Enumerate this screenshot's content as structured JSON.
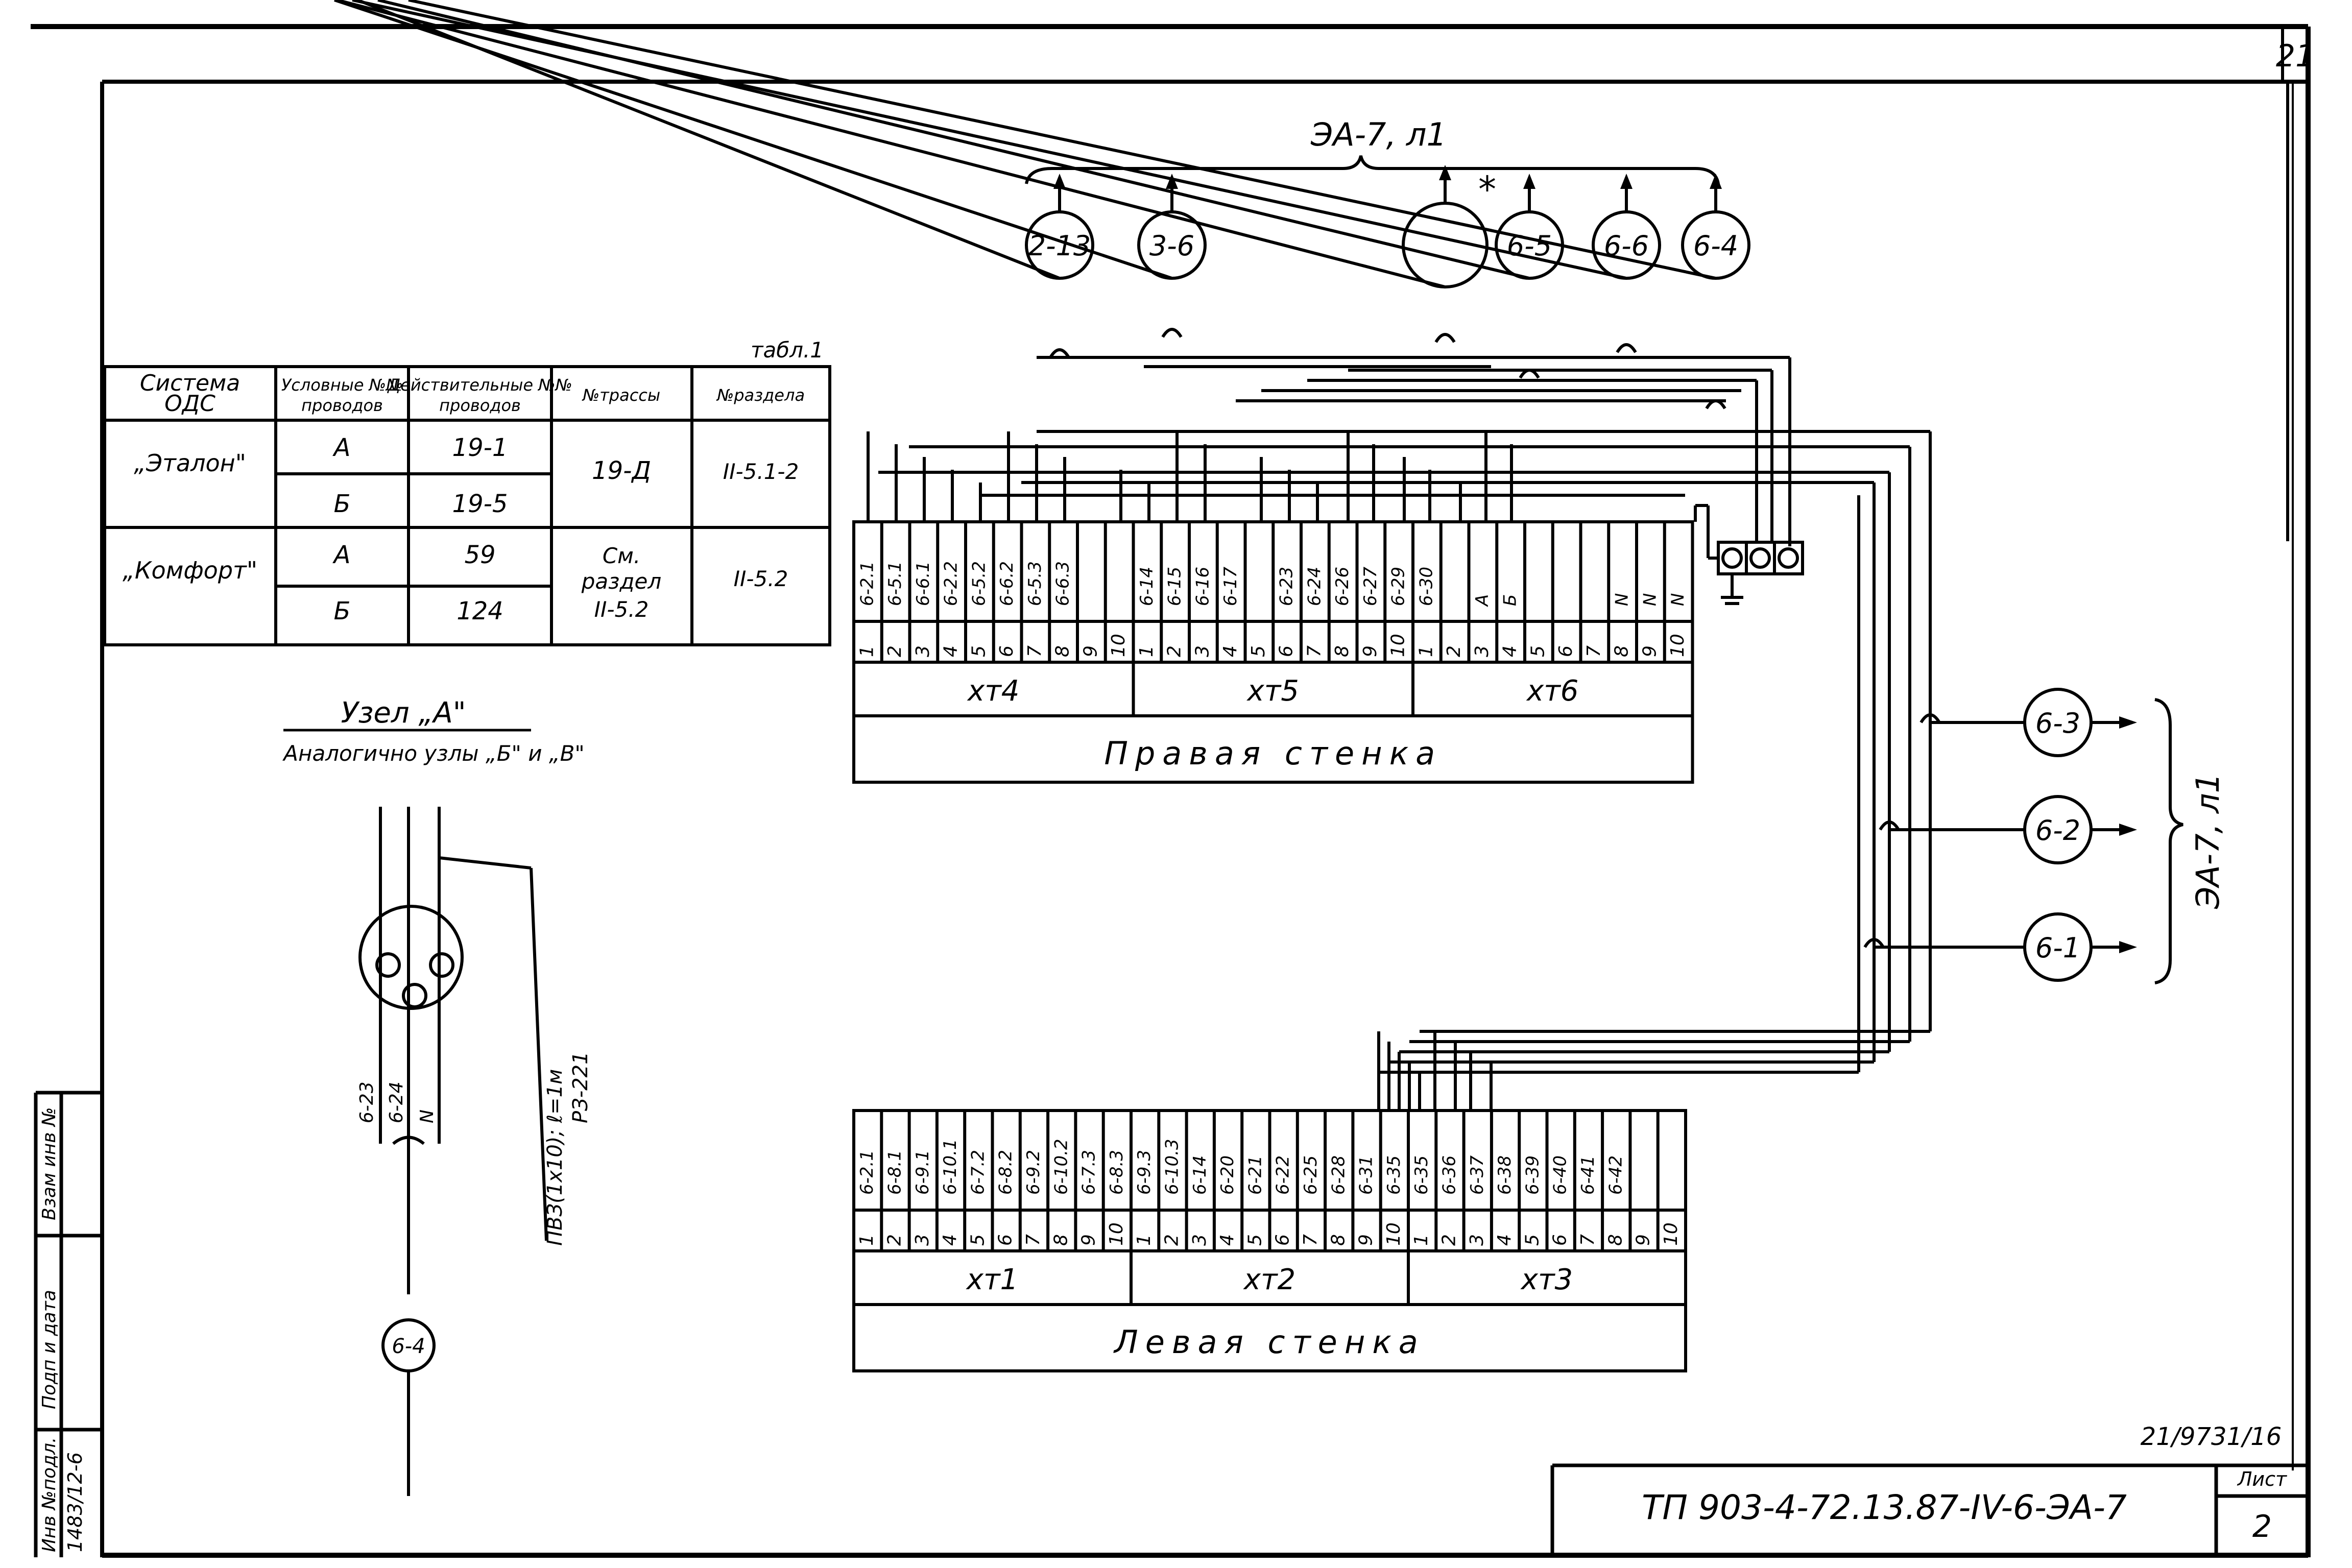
{
  "sheet": {
    "page_number": "21",
    "archive_number": "21/9731/16",
    "designation": "ТП 903-4-72.13.87-IV-6-ЭА-7",
    "sheet_label": "Лист",
    "sheet_no": "2"
  },
  "stamp": {
    "inv_label": "Инв №подл.",
    "inv_value": "1483/12-6",
    "sign_label": "Подп и дата",
    "swap_label": "Взам инв №"
  },
  "top_group": {
    "ref": "ЭА-7, л1",
    "asterisk": "*",
    "circles": [
      "2-13",
      "3-6",
      "",
      "6-5",
      "6-6",
      "6-4"
    ]
  },
  "right_group": {
    "ref": "ЭА-7, л1",
    "circles": [
      "6-3",
      "6-2",
      "6-1"
    ]
  },
  "table": {
    "caption": "табл.1",
    "headers": [
      "Система ОДС",
      "Условные №№ проводов",
      "Действительные №№ проводов",
      "№трассы",
      "№раздела"
    ],
    "rows": [
      {
        "system": "„Эталон\"",
        "items": [
          {
            "cond": "А",
            "real": "19-1"
          },
          {
            "cond": "Б",
            "real": "19-5"
          }
        ],
        "route": "19-Д",
        "section": "II-5.1-2"
      },
      {
        "system": "„Комфорт\"",
        "items": [
          {
            "cond": "А",
            "real": "59"
          },
          {
            "cond": "Б",
            "real": "124"
          }
        ],
        "route": "См. раздел II-5.2",
        "section": "II-5.2"
      }
    ]
  },
  "node": {
    "title": "Узел „А\"",
    "subtitle": "Аналогично узлы „Б\" и „В\"",
    "wire_labels": [
      "6-23",
      "6-24",
      "N"
    ],
    "cable": "ПВЗ(1х10); ℓ=1м",
    "cable2": "РЗ-221",
    "circle": "6-4"
  },
  "right_wall": {
    "title": "Правая стенка",
    "blocks": [
      {
        "name": "хт4",
        "wires": [
          "6-2.1",
          "6-5.1",
          "6-6.1",
          "6-2.2",
          "6-5.2",
          "6-6.2",
          "6-5.3",
          "6-6.3",
          "",
          ""
        ],
        "terms": [
          "1",
          "2",
          "3",
          "4",
          "5",
          "6",
          "7",
          "8",
          "9",
          "10"
        ]
      },
      {
        "name": "хт5",
        "wires": [
          "6-14",
          "6-15",
          "6-16",
          "6-17",
          "",
          "6-23",
          "6-24",
          "6-26",
          "6-27",
          "6-29"
        ],
        "terms": [
          "1",
          "2",
          "3",
          "4",
          "5",
          "6",
          "7",
          "8",
          "9",
          "10"
        ]
      },
      {
        "name": "хт6",
        "wires": [
          "6-30",
          "",
          "А",
          "Б",
          "",
          "",
          "",
          "N",
          "N",
          "N"
        ],
        "terms": [
          "1",
          "2",
          "3",
          "4",
          "5",
          "6",
          "7",
          "8",
          "9",
          "10"
        ]
      }
    ]
  },
  "left_wall": {
    "title": "Левая стенка",
    "blocks": [
      {
        "name": "хт1",
        "wires": [
          "6-2.1",
          "6-8.1",
          "6-9.1",
          "6-10.1",
          "6-7.2",
          "6-8.2",
          "6-9.2",
          "6-10.2",
          "6-7.3",
          "6-8.3"
        ],
        "terms": [
          "1",
          "2",
          "3",
          "4",
          "5",
          "6",
          "7",
          "8",
          "9",
          "10"
        ]
      },
      {
        "name": "хт2",
        "wires": [
          "6-9.3",
          "6-10.3",
          "6-14",
          "6-20",
          "6-21",
          "6-22",
          "6-25",
          "6-28",
          "6-31",
          "6-35"
        ],
        "terms": [
          "1",
          "2",
          "3",
          "4",
          "5",
          "6",
          "7",
          "8",
          "9",
          "10"
        ]
      },
      {
        "name": "хт3",
        "wires": [
          "6-35",
          "6-36",
          "6-37",
          "6-38",
          "6-39",
          "6-40",
          "6-41",
          "6-42",
          "",
          ""
        ],
        "terms": [
          "1",
          "2",
          "3",
          "4",
          "5",
          "6",
          "7",
          "8",
          "9",
          "10"
        ]
      }
    ]
  }
}
